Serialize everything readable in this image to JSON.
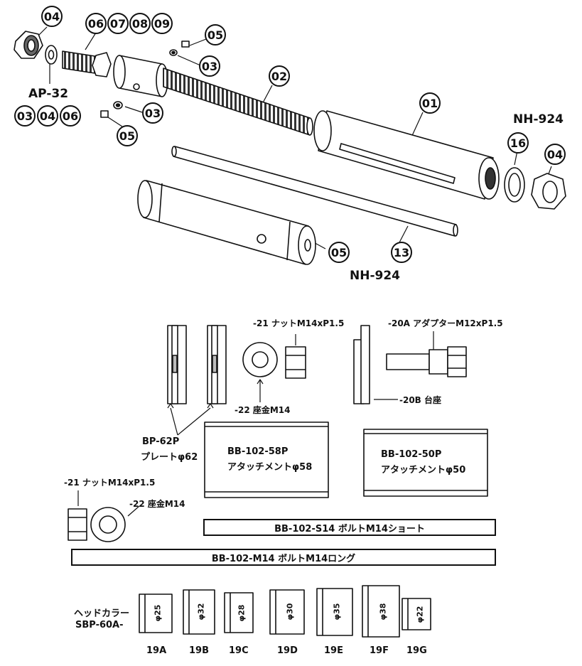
{
  "exploded": {
    "callouts": {
      "n04a": "04",
      "n06": "06",
      "n07": "07",
      "n08": "08",
      "n09": "09",
      "n05a": "05",
      "n03a": "03",
      "n02": "02",
      "n03b": "03",
      "n05b": "05",
      "n01": "01",
      "n16": "16",
      "n04b": "04",
      "n05c": "05",
      "n13": "13",
      "g03": "03",
      "g04": "04",
      "g06": "06"
    },
    "ap_label": "AP-32",
    "nh_label_top": "NH-924",
    "nh_label_bottom": "NH-924"
  },
  "parts": {
    "nut_top": "-21 ナットM14xP1.5",
    "adapter": "-20A アダプターM12xP1.5",
    "washer_top": "-22 座金M14",
    "base": "-20B 台座",
    "plate_code": "BP-62P",
    "plate_name": "プレートφ62",
    "att58_code": "BB-102-58P",
    "att58_name": "アタッチメントφ58",
    "att50_code": "BB-102-50P",
    "att50_name": "アタッチメントφ50",
    "nut_bottom": "-21 ナットM14xP1.5",
    "washer_bottom": "-22 座金M14",
    "bolt_short": "BB-102-S14 ボルトM14ショート",
    "bolt_long": "BB-102-M14 ボルトM14ロング"
  },
  "collars": {
    "title1": "ヘッドカラー",
    "title2": "SBP-60A-",
    "items": [
      {
        "code": "19A",
        "size": "φ25"
      },
      {
        "code": "19B",
        "size": "φ32"
      },
      {
        "code": "19C",
        "size": "φ28"
      },
      {
        "code": "19D",
        "size": "φ30"
      },
      {
        "code": "19E",
        "size": "φ35"
      },
      {
        "code": "19F",
        "size": "φ38"
      },
      {
        "code": "19G",
        "size": "φ22"
      }
    ]
  }
}
